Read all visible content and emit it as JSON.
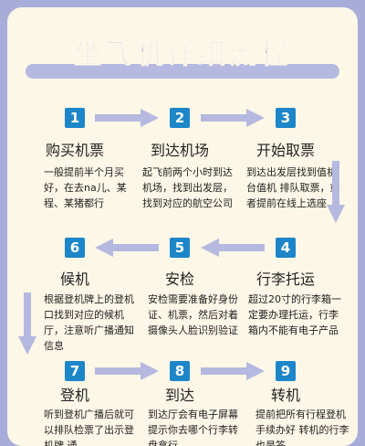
{
  "title": "坐飞机详细流程",
  "colors": {
    "accent": "#1c86c9",
    "arrow": "#b5b9df",
    "background": "#fdf7e8",
    "frame": "#a7acd9"
  },
  "steps": [
    {
      "num": "1",
      "title": "购买机票",
      "desc": "一般提前半个月买好，在去na儿、某程、某猪都行"
    },
    {
      "num": "2",
      "title": "到达机场",
      "desc": "起飞前两个小时到达机场，找到出发层，找到对应的航空公司"
    },
    {
      "num": "3",
      "title": "开始取票",
      "desc": "到达出发层找到值机台值机 排队取票，或者提前在线上选座"
    },
    {
      "num": "4",
      "title": "行李托运",
      "desc": "超过20寸的行李箱一定要办理托运，行李箱内不能有电子产品"
    },
    {
      "num": "5",
      "title": "安检",
      "desc": "安检需要准备好身份证、机票，然后对着摄像头人脸识别验证"
    },
    {
      "num": "6",
      "title": "候机",
      "desc": "根据登机牌上的登机口找到对应的候机厅，注意听广播通知信息"
    },
    {
      "num": "7",
      "title": "登机",
      "desc": "听到登机广播后就可以排队检票了出示登机牌 通"
    },
    {
      "num": "8",
      "title": "到达",
      "desc": "到达厅会有电子屏幕提示你去哪个行李转盘拿行"
    },
    {
      "num": "9",
      "title": "转机",
      "desc": "提前把所有行程登机手续办好 转机的行李也是答"
    }
  ]
}
